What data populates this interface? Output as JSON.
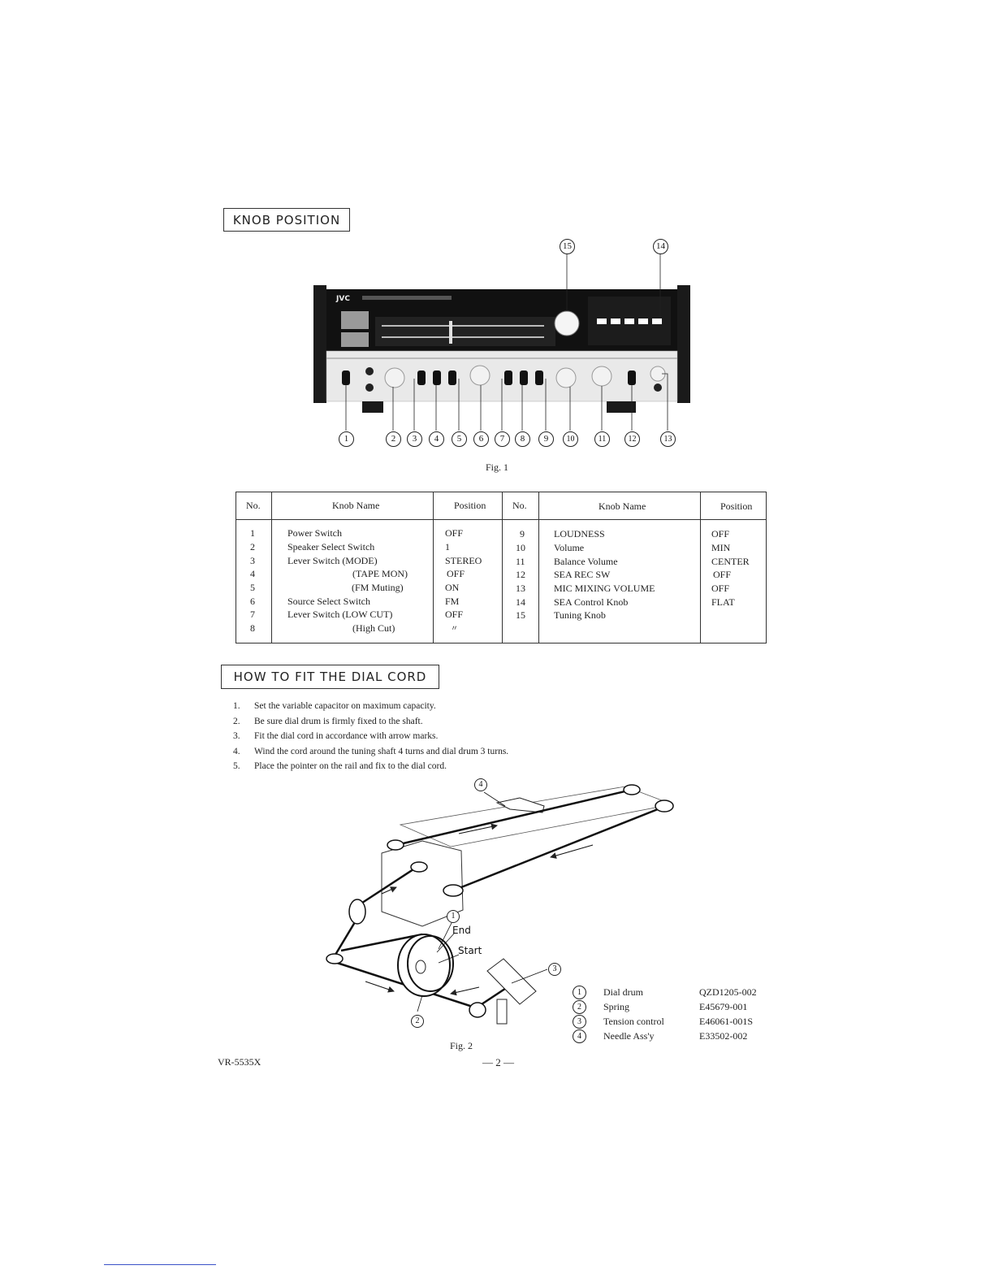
{
  "sections": {
    "knob_position": "KNOB POSITION",
    "dial_cord": "HOW TO FIT THE DIAL CORD"
  },
  "figure1": {
    "caption": "Fig. 1",
    "brand": "JVC",
    "bottom_callouts": [
      "1",
      "2",
      "3",
      "4",
      "5",
      "6",
      "7",
      "8",
      "9",
      "10",
      "11",
      "12",
      "13"
    ],
    "top_callouts": [
      "15",
      "14"
    ]
  },
  "table": {
    "headers": [
      "No.",
      "Knob Name",
      "Position",
      "No.",
      "Knob Name",
      "Position"
    ],
    "left_rows": [
      {
        "no": "1",
        "name": "Power Switch",
        "pos": "OFF"
      },
      {
        "no": "2",
        "name": "Speaker Select Switch",
        "pos": "1"
      },
      {
        "no": "3",
        "name": "Lever Switch (MODE)",
        "pos": "STEREO"
      },
      {
        "no": "4",
        "name": "(TAPE MON)",
        "pos": "OFF"
      },
      {
        "no": "5",
        "name": "(FM Muting)",
        "pos": "ON"
      },
      {
        "no": "6",
        "name": "Source Select Switch",
        "pos": "FM"
      },
      {
        "no": "7",
        "name": "Lever Switch (LOW CUT)",
        "pos": "OFF"
      },
      {
        "no": "8",
        "name": "(High Cut)",
        "pos": "〃"
      }
    ],
    "right_rows": [
      {
        "no": "9",
        "name": "LOUDNESS",
        "pos": "OFF"
      },
      {
        "no": "10",
        "name": "Volume",
        "pos": "MIN"
      },
      {
        "no": "11",
        "name": "Balance Volume",
        "pos": "CENTER"
      },
      {
        "no": "12",
        "name": "SEA REC SW",
        "pos": "OFF"
      },
      {
        "no": "13",
        "name": "MIC MIXING VOLUME",
        "pos": "OFF"
      },
      {
        "no": "14",
        "name": "SEA Control Knob",
        "pos": "FLAT"
      },
      {
        "no": "15",
        "name": "Tuning Knob",
        "pos": ""
      }
    ]
  },
  "steps": [
    {
      "n": "1.",
      "text": "Set the variable capacitor on maximum capacity."
    },
    {
      "n": "2.",
      "text": "Be sure dial drum is firmly fixed to the shaft."
    },
    {
      "n": "3.",
      "text": "Fit the dial cord in accordance with arrow marks."
    },
    {
      "n": "4.",
      "text": "Wind the cord around the tuning shaft 4 turns and dial drum 3 turns."
    },
    {
      "n": "5.",
      "text": "Place the pointer on the rail and fix to the dial cord."
    }
  ],
  "figure2": {
    "caption": "Fig. 2",
    "label_end": "End",
    "label_start": "Start",
    "callouts": [
      "1",
      "2",
      "3",
      "4"
    ]
  },
  "parts": [
    {
      "n": "1",
      "name": "Dial drum",
      "code": "QZD1205-002"
    },
    {
      "n": "2",
      "name": "Spring",
      "code": "E45679-001"
    },
    {
      "n": "3",
      "name": "Tension control",
      "code": "E46061-001S"
    },
    {
      "n": "4",
      "name": "Needle Ass'y",
      "code": "E33502-002"
    }
  ],
  "footer": {
    "model": "VR-5535X",
    "page": "— 2 —"
  }
}
